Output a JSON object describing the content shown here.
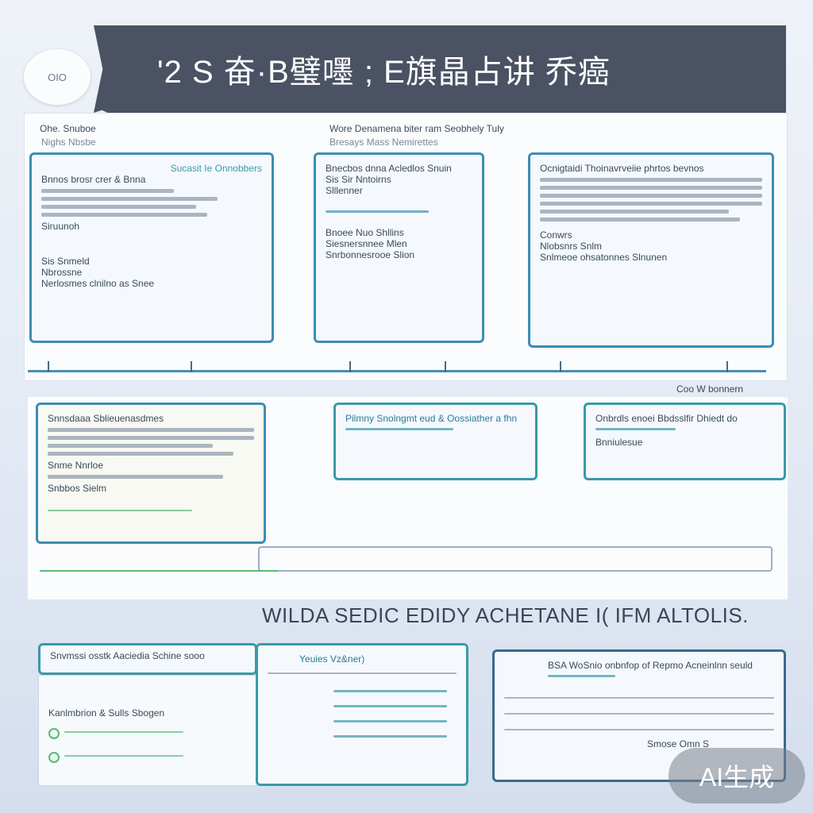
{
  "logo": {
    "text": "OIO"
  },
  "banner": {
    "title": "'2 S 奋·B璧嚜 ; E旗晶占讲 乔癌"
  },
  "top": {
    "heading_left": "Ohe. Snuboe",
    "subheading_left": "Nighs Nbsbe",
    "heading_mid": "Wore Denamena biter ram Seobhely Tuly",
    "subheading_mid": "Bresays Mass Nemirettes",
    "cards": [
      {
        "title": "Sucasit Ie Onnobbers",
        "lines": [
          "Bnnos brosr crer & Bnna",
          "Siruunoh",
          "Sis Snmeld",
          "Nbrossne",
          "Nerlosmes clnilno as Snee"
        ]
      },
      {
        "title": "Bnecbos dnna Acledlos Snuin",
        "lines": [
          "Sis Sir Nntoirns",
          "Slllenner",
          "Bnoee Nuo Shllins",
          "Siesnersnnee Mlen",
          "Snrbonnesrooe Slion"
        ]
      },
      {
        "title": "Ocnigtaidi Thoinavrveiie phrtos bevnos",
        "lines": [
          "Conwrs",
          "Nlobsnrs Snlm",
          "Snlmeoe ohsatonnes Slnunen"
        ]
      }
    ]
  },
  "timeline": {
    "label": "Coo W bonnern"
  },
  "middle": {
    "cards": [
      {
        "title": "Snnsdaaa Sblieuenasdmes",
        "lines": [
          "Snme Nnrloe",
          "Snbbos Sielm"
        ]
      },
      {
        "title": "Pilmny Snolngmt eud & Oossiather a fhn"
      },
      {
        "title": "Onbrdls enoei Bbdsslfir Dhiedt do",
        "sub": "Bnniulesue"
      }
    ]
  },
  "section_title": "WILDA SEDIC EDIDY ACHETANE I( IFM ALTOLIS.",
  "bottom": {
    "card1_title": "Snvmssi osstk Aaciedia Schine sooo",
    "card1_sub": "Kanlmbrion & Sulls Sbogen",
    "card2_title": "Yeuies Vz&ner)",
    "card3_title": "BSA WoSnio onbnfop of Repmo Acneinlnn seuld",
    "card3_footer": "Smose Omn S"
  },
  "watermark": "AI生成",
  "colors": {
    "banner": "#4a5263",
    "accent_blue": "#3d8db3",
    "accent_green": "#5ab87a"
  }
}
